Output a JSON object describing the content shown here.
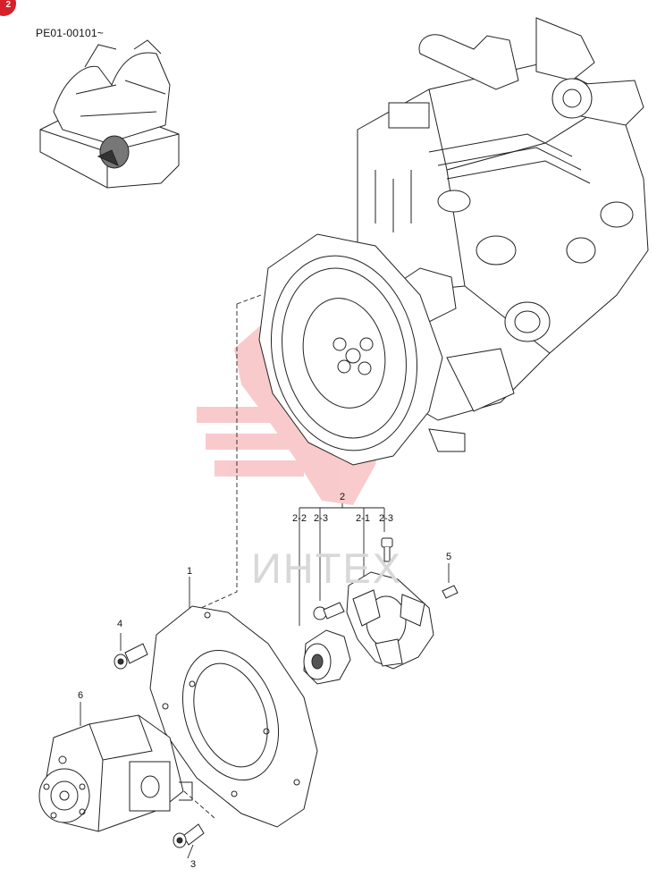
{
  "header": {
    "badge": "2",
    "serial": "PE01-00101~"
  },
  "watermark": {
    "text": "ИНТЕХ",
    "color": "#e8434b"
  },
  "callouts": {
    "c1": "1",
    "c2": "2",
    "c2_2": "2-2",
    "c2_3a": "2-3",
    "c2_1": "2-1",
    "c2_3b": "2-3",
    "c3": "3",
    "c4": "4",
    "c5": "5",
    "c6": "6"
  }
}
